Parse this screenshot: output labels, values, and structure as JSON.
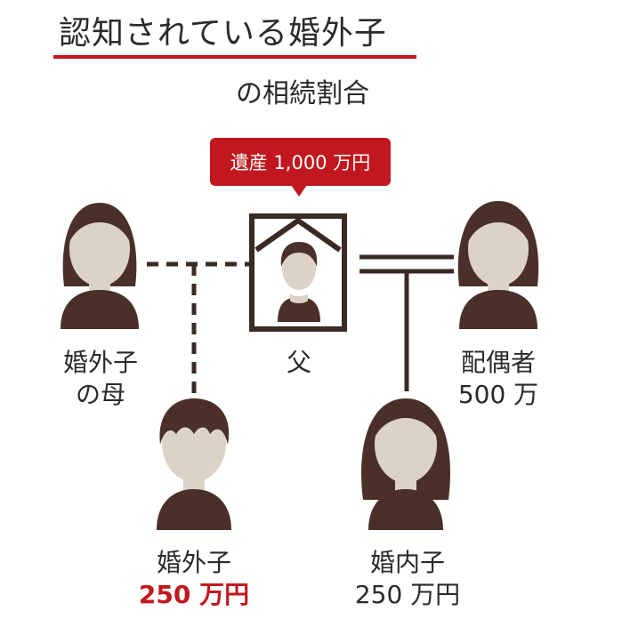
{
  "header": {
    "title": "認知されている婚外子",
    "subtitle": "の相続割合"
  },
  "estate": {
    "label": "遺産 1,000 万円"
  },
  "people": {
    "mother": {
      "line1": "婚外子",
      "line2": "の母"
    },
    "father": {
      "label": "父"
    },
    "spouse": {
      "label": "配偶者",
      "share": "500 万"
    },
    "outside_child": {
      "label": "婚外子",
      "share": "250 万円"
    },
    "inside_child": {
      "label": "婚内子",
      "share": "250 万円"
    }
  },
  "colors": {
    "accent": "#c0181e",
    "hair": "#4a3028",
    "skin": "#dcd3c6",
    "shirt": "#4a3028",
    "line": "#3a2a24",
    "frame": "#3a2a24"
  }
}
